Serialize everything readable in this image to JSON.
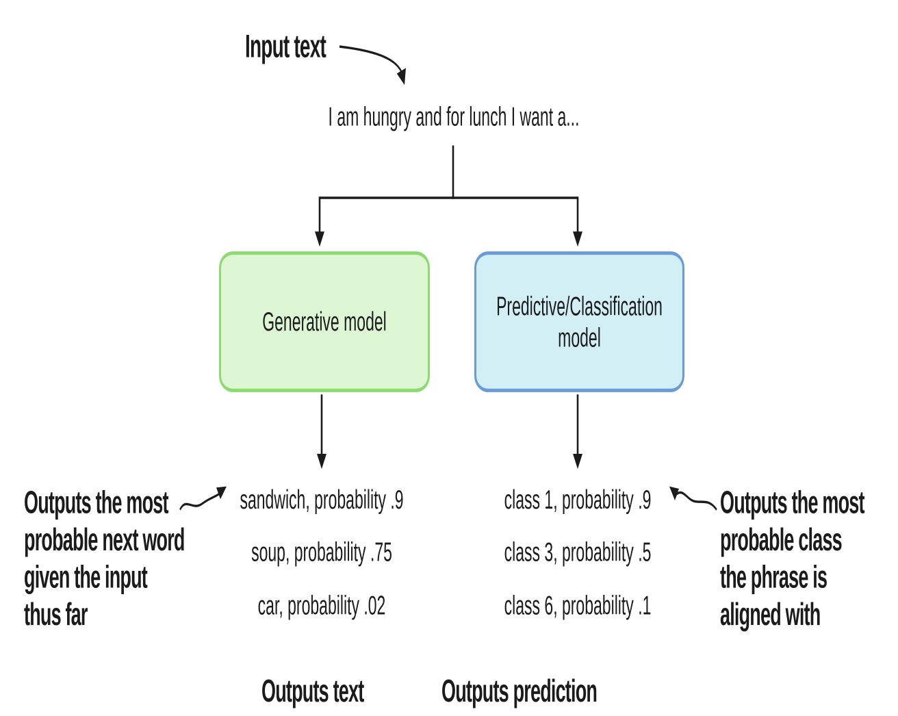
{
  "figure": {
    "input_label": "Input text",
    "sentence": "I am hungry and for lunch I want a...",
    "boxes": {
      "generative": {
        "label": "Generative model"
      },
      "predictive": {
        "line1": "Predictive/Classification",
        "line2": "model"
      }
    },
    "outputs": {
      "left": [
        "sandwich, probability .9",
        "soup, probability .75",
        "car, probability .02"
      ],
      "right": [
        "class 1, probability .9",
        "class 3, probability .5",
        "class 6, probability .1"
      ]
    },
    "annotations": {
      "left": {
        "line1": "Outputs the most",
        "line2": "probable next word",
        "line3": "given the input",
        "line4": "thus far"
      },
      "right": {
        "line1": "Outputs the most",
        "line2": "probable class",
        "line3": "the phrase is",
        "line4": "aligned with"
      }
    },
    "footers": {
      "left": "Outputs text",
      "right": "Outputs prediction"
    },
    "colors": {
      "generative_fill": "#ddf6d3",
      "generative_border": "#8bdb70",
      "predictive_fill": "#d2eff6",
      "predictive_border": "#699bd7",
      "line": "#1b1b1b",
      "background": "#ffffff"
    }
  }
}
